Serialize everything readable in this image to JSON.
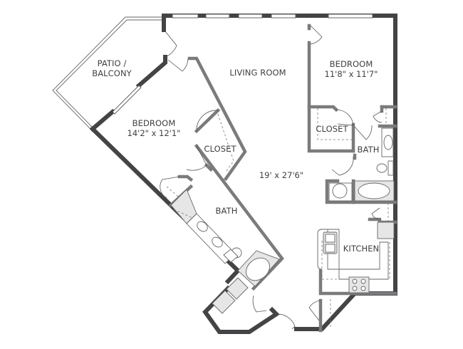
{
  "floorplan": {
    "rooms": {
      "patio": {
        "line1": "PATIO /",
        "line2": "BALCONY"
      },
      "living_room": {
        "name": "LIVING ROOM",
        "dimensions": "19' x 27'6\""
      },
      "bedroom_1": {
        "name": "BEDROOM",
        "dimensions": "11'8\" x 11'7\""
      },
      "bedroom_2": {
        "name": "BEDROOM",
        "dimensions": "14'2\" x 12'1\""
      },
      "closet_1": {
        "name": "CLOSET"
      },
      "closet_2": {
        "name": "CLOSET"
      },
      "bath_1": {
        "name": "BATH"
      },
      "bath_2": {
        "name": "BATH"
      },
      "kitchen": {
        "name": "KITCHEN"
      }
    },
    "colors": {
      "exterior_wall": "#444446",
      "interior_wall": "#7b7b7d",
      "fixture_fill": "#e6e6e6",
      "label_text": "#3f3f3f"
    }
  }
}
